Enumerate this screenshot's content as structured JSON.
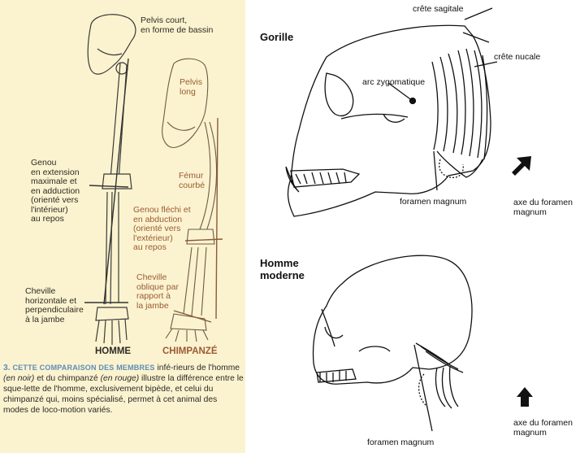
{
  "left": {
    "pelvis_court": "Pelvis court,\nen forme de bassin",
    "pelvis_long": "Pelvis\nlong",
    "genou_homme": "Genou\nen extension\nmaximale et\nen adduction\n(orienté vers\nl'intérieur)\nau repos",
    "femur": "Fémur\ncourbé",
    "genou_chimp": "Genou fléchi et\nen abduction\n(orienté vers\nl'extérieur)\nau repos",
    "cheville_chimp": "Cheville\noblique par\nrapport à\nla jambe",
    "cheville_homme": "Cheville\nhorizontale et\nperpendiculaire\nà la jambe",
    "homme": "HOMME",
    "chimpanze": "CHIMPANZÉ"
  },
  "caption": {
    "number": "3.",
    "heading": "CETTE COMPARAISON DES MEMBRES",
    "t1": " infé-rieurs de l'homme ",
    "i1": "(en noir)",
    "t2": " et du chimpanzé ",
    "i2": "(en rouge)",
    "t3": " illustre la différence entre le sque-lette de l'homme, exclusivement bipède, et celui du chimpanzé qui, moins spécialisé, permet à cet animal des modes de loco-motion variés."
  },
  "right": {
    "gorille": "Gorille",
    "crete_sagitale": "crête sagitale",
    "crete_nucale": "crête nucale",
    "arc_zygomatique": "arc zygomatique",
    "foramen_1": "foramen magnum",
    "axe_1": "axe du foramen\nmagnum",
    "homme_moderne": "Homme\nmoderne",
    "foramen_2": "foramen magnum",
    "axe_2": "axe du foramen\nmagnum"
  }
}
